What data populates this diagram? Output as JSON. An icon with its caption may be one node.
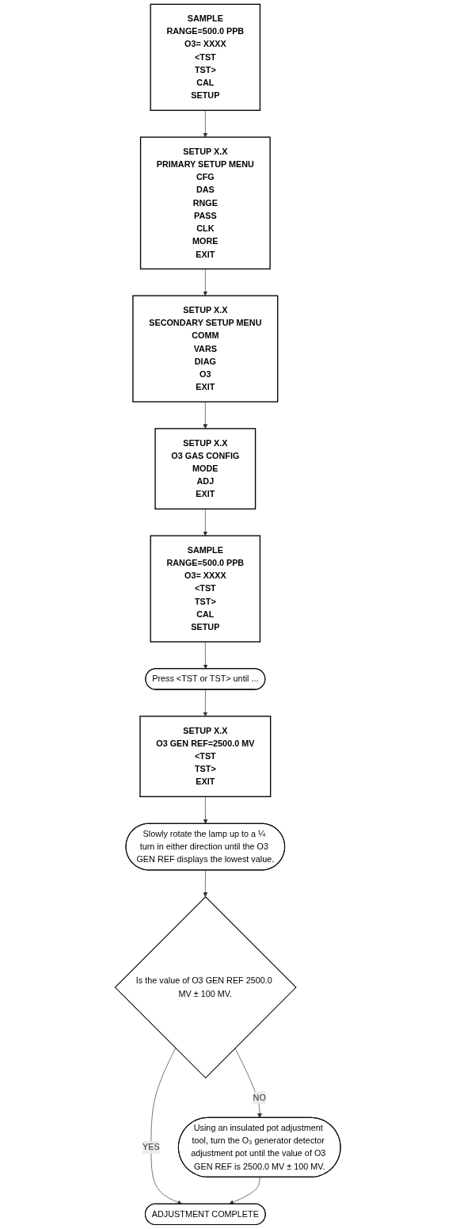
{
  "diagram": {
    "nodes": [
      {
        "text": [
          "SAMPLE",
          "RANGE=500.0 PPB",
          "O3= XXXX",
          "<TST",
          "TST>",
          "CAL",
          "SETUP"
        ]
      },
      {
        "text": [
          "SETUP X.X",
          "PRIMARY SETUP MENU",
          "CFG",
          "DAS",
          "RNGE",
          "PASS",
          "CLK",
          "MORE",
          "EXIT"
        ]
      },
      {
        "text": [
          "SETUP X.X",
          "SECONDARY SETUP MENU",
          "COMM",
          "VARS",
          "DIAG",
          "O3",
          "EXIT"
        ]
      },
      {
        "text": [
          "SETUP X.X",
          "O3 GAS CONFIG",
          "MODE",
          "ADJ",
          "EXIT"
        ]
      },
      {
        "text": [
          "SAMPLE",
          "RANGE=500.0 PPB",
          "O3= XXXX",
          "<TST",
          "TST>",
          "CAL",
          "SETUP"
        ]
      },
      {
        "text": [
          "Press <TST or TST> until ..."
        ]
      },
      {
        "text": [
          "SETUP X.X",
          "O3 GEN REF=2500.0 MV",
          "<TST",
          "TST>",
          "EXIT"
        ]
      },
      {
        "text": [
          "Slowly rotate the lamp up to a ¼ turn in either direction until the O3 GEN REF displays the lowest value."
        ]
      },
      {
        "text": [
          "Is the value of O3 GEN REF 2500.0 MV ± 100 MV."
        ]
      },
      {
        "text": [
          "Using an insulated pot adjustment tool, turn the O₃ generator detector adjustment pot until the value of O3 GEN REF is 2500.0 MV ± 100 MV."
        ]
      },
      {
        "text": [
          "ADJUSTMENT COMPLETE"
        ]
      }
    ],
    "edges": [
      {
        "from": 0,
        "to": 1,
        "arrow": "to"
      },
      {
        "from": 1,
        "to": 2,
        "arrow": "to"
      },
      {
        "from": 2,
        "to": 3,
        "arrow": "to"
      },
      {
        "from": 3,
        "to": 4,
        "arrow": "to"
      },
      {
        "from": 4,
        "to": 5,
        "arrow": "to"
      },
      {
        "from": 5,
        "to": 6,
        "arrow": "to"
      },
      {
        "from": 6,
        "to": 7,
        "arrow": "to"
      },
      {
        "from": 7,
        "to": 8,
        "arrow": "to"
      },
      {
        "from": 8,
        "to": 10,
        "arrow": "to",
        "label": "YES"
      },
      {
        "from": 8,
        "to": 9,
        "arrow": "to",
        "label": "NO"
      },
      {
        "from": 9,
        "to": 10,
        "arrow": "to"
      }
    ]
  }
}
